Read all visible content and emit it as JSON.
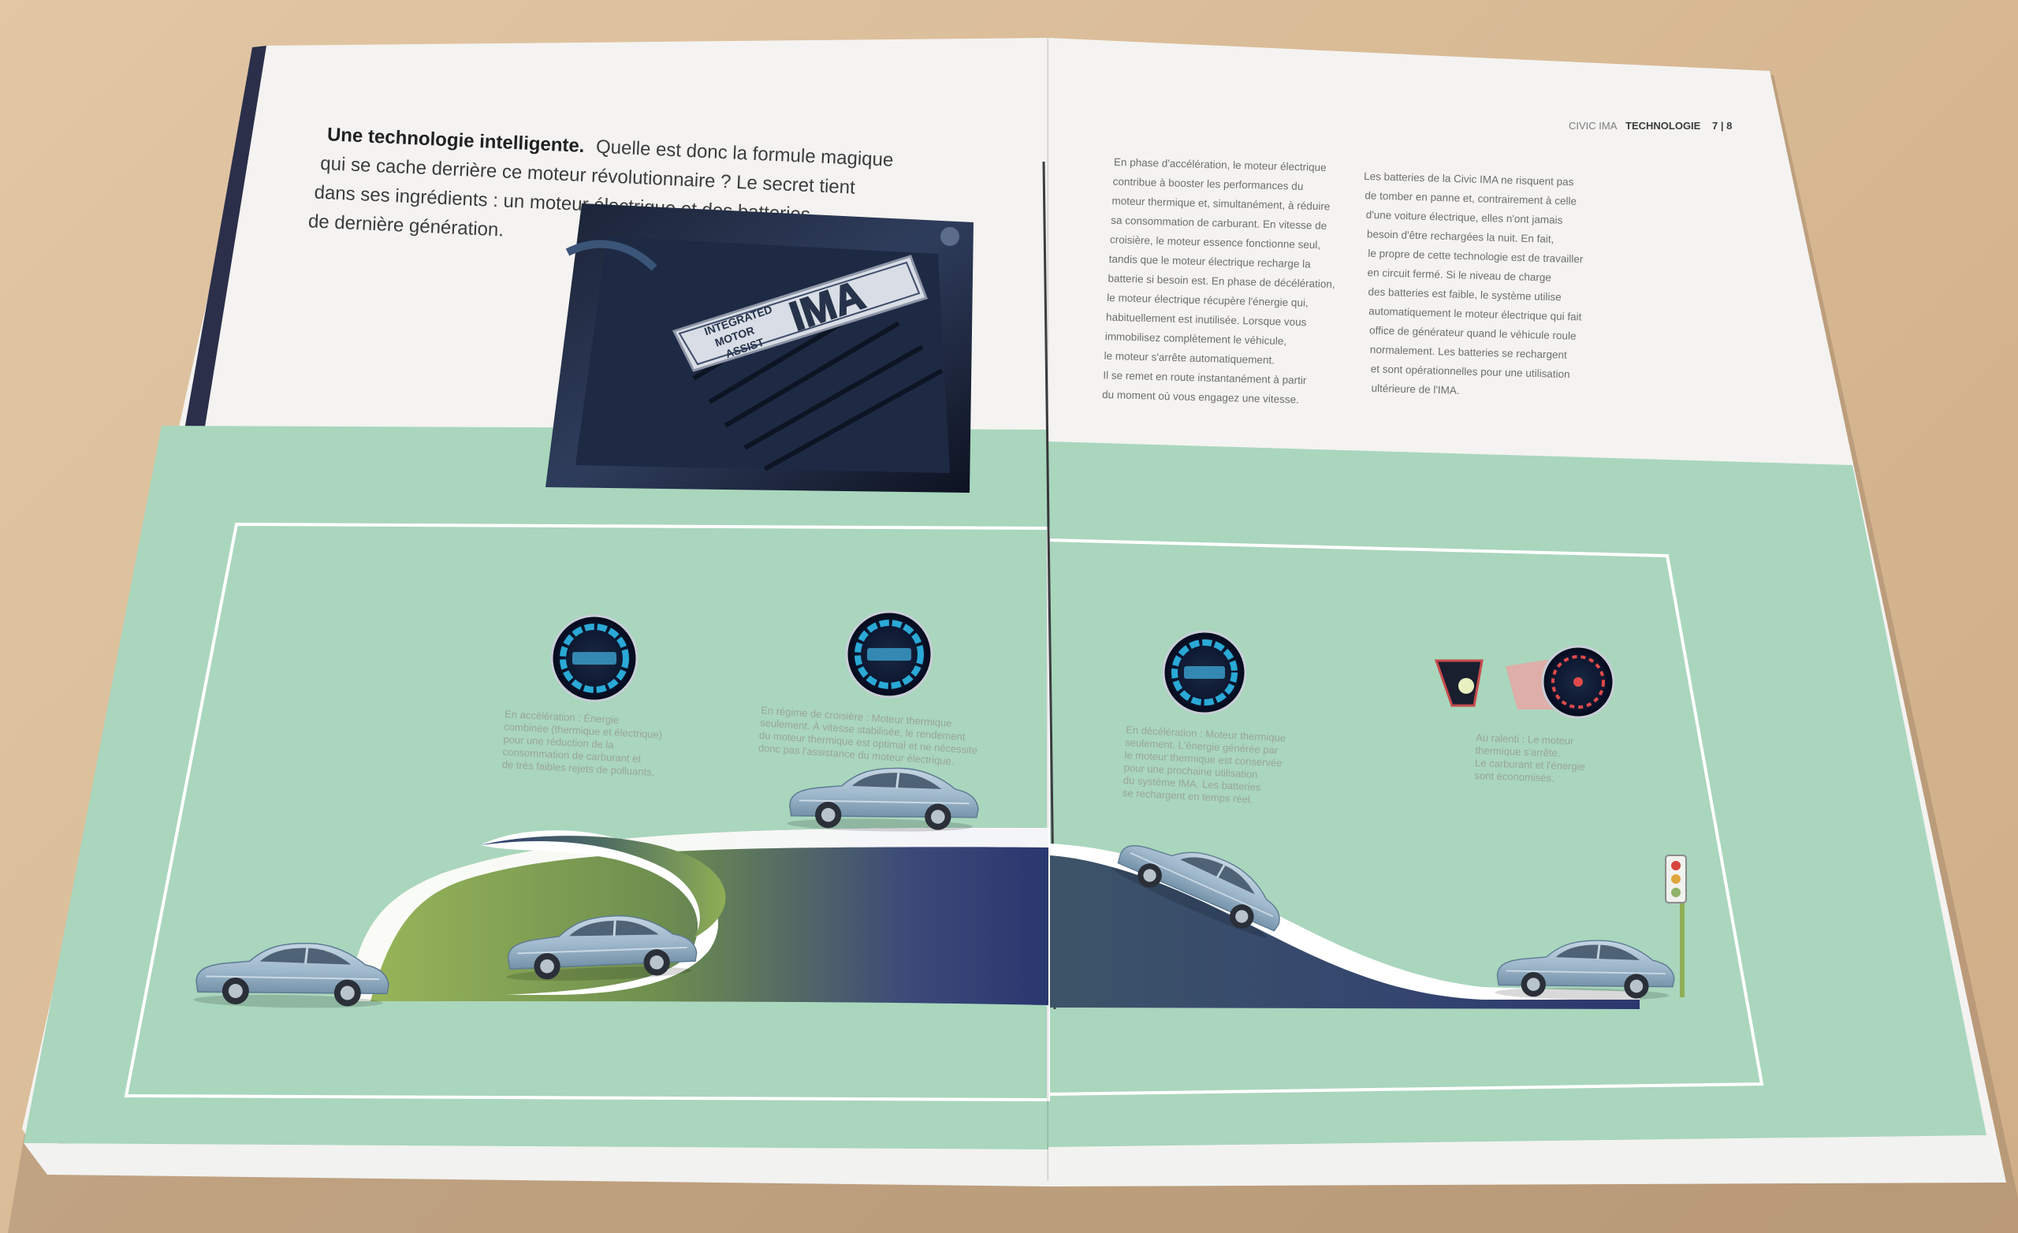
{
  "header": {
    "left": "CIVIC IMA",
    "right": "TECHNOLOGIE",
    "page_numbers": "7 | 8"
  },
  "headline": {
    "bold": "Une technologie intelligente.",
    "lines": [
      "Quelle est donc la formule magique",
      "qui se cache derrière ce moteur révolutionnaire ? Le secret tient",
      "dans ses ingrédients : un moteur électrique et des batteries",
      "de dernière génération."
    ]
  },
  "engine_photo": {
    "badge_line1": "INTEGRATED",
    "badge_line2": "MOTOR",
    "badge_line3": "ASSIST",
    "badge_logo": "IMA"
  },
  "column1": [
    "En phase d'accélération, le moteur électrique",
    "contribue à booster les performances du",
    "moteur thermique et, simultanément, à réduire",
    "sa consommation de carburant. En vitesse de",
    "croisière, le moteur essence fonctionne seul,",
    "tandis que le moteur électrique recharge la",
    "batterie si besoin est. En phase de décélération,",
    "le moteur électrique récupère l'énergie qui,",
    "habituellement est inutilisée. Lorsque vous",
    "immobilisez complètement le véhicule,",
    "le moteur s'arrête automatiquement.",
    "Il se remet en route instantanément à partir",
    "du moment où vous engagez une vitesse."
  ],
  "column2": [
    "Les batteries de la Civic IMA ne risquent pas",
    "de tomber en panne et, contrairement à celle",
    "d'une voiture électrique, elles n'ont jamais",
    "besoin d'être rechargées la nuit. En fait,",
    "le propre de cette technologie est de travailler",
    "en circuit fermé. Si le niveau de charge",
    "des batteries est faible, le système utilise",
    "automatiquement le moteur électrique qui fait",
    "office de générateur quand le véhicule roule",
    "normalement. Les batteries se rechargent",
    "et sont opérationnelles pour une utilisation",
    "ultérieure de l'IMA."
  ],
  "phases": [
    {
      "caption": [
        "En accélération : Énergie",
        "combinée (thermique et électrique)",
        "pour une réduction de la",
        "consommation de carburant et",
        "de très faibles rejets de polluants."
      ]
    },
    {
      "caption": [
        "En régime de croisière : Moteur thermique",
        "seulement. À vitesse stabilisée, le rendement",
        "du moteur thermique est optimal et ne nécessite",
        "donc pas l'assistance du moteur électrique."
      ]
    },
    {
      "caption": [
        "En décélération : Moteur thermique",
        "seulement. L'énergie générée par",
        "le moteur thermique est conservée",
        "pour une prochaine utilisation",
        "du système IMA. Les batteries",
        "se rechargent en temps réel."
      ]
    },
    {
      "caption": [
        "Au ralenti : Le moteur",
        "thermique s'arrête.",
        "Le carburant et l'énergie",
        "sont économisés."
      ]
    }
  ],
  "colors": {
    "mint": "#a9d6bd",
    "road_green": "#8fae55",
    "road_navy": "#2d3a72",
    "car_blue": "#9fb8cc"
  }
}
